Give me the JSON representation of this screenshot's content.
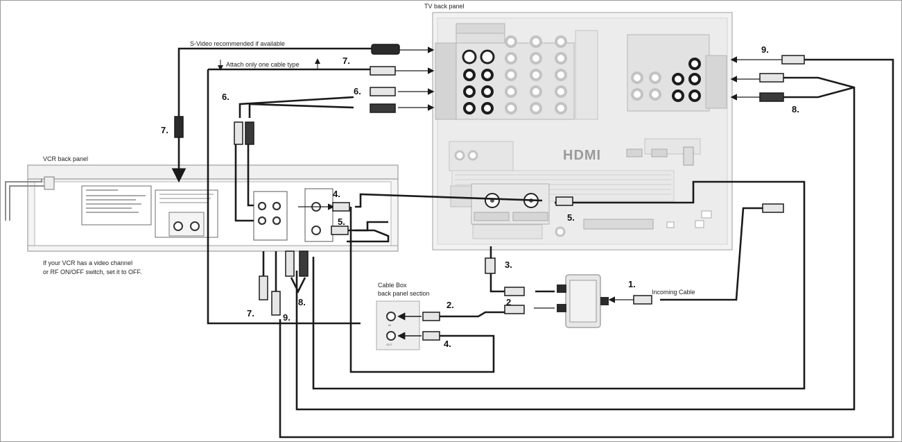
{
  "labels": {
    "tv_back_panel": "TV back panel",
    "vcr_back_panel": "VCR back panel",
    "svideo_note": "S-Video recommended if available",
    "attach_note": "Attach only one cable type",
    "vcr_note_line1": "If your VCR has a video channel",
    "vcr_note_line2": "or RF ON/OFF switch, set it to OFF.",
    "cable_box_line1": "Cable Box",
    "cable_box_line2": "back panel section",
    "incoming_cable": "Incoming  Cable",
    "hdmi_logo": "HDMI",
    "cable_in": "IN",
    "cable_out": "OUT"
  },
  "steps": {
    "s1": "1.",
    "s2a": "2.",
    "s2b": "2",
    "s3": "3.",
    "s4a": "4.",
    "s4b": "4.",
    "s5a": "5.",
    "s5b": "5.",
    "s6a": "6.",
    "s6b": "6.",
    "s7a": "7.",
    "s7b": "7.",
    "s7c": "7.",
    "s8a": "8.",
    "s8b": "8.",
    "s9a": "9.",
    "s9b": "9."
  },
  "colors": {
    "cable": "#1a1a1a",
    "panel_fill": "#efefef",
    "panel_stroke": "#bdbdbd",
    "jack_ring": "#c8c8c8",
    "text": "#222222"
  }
}
